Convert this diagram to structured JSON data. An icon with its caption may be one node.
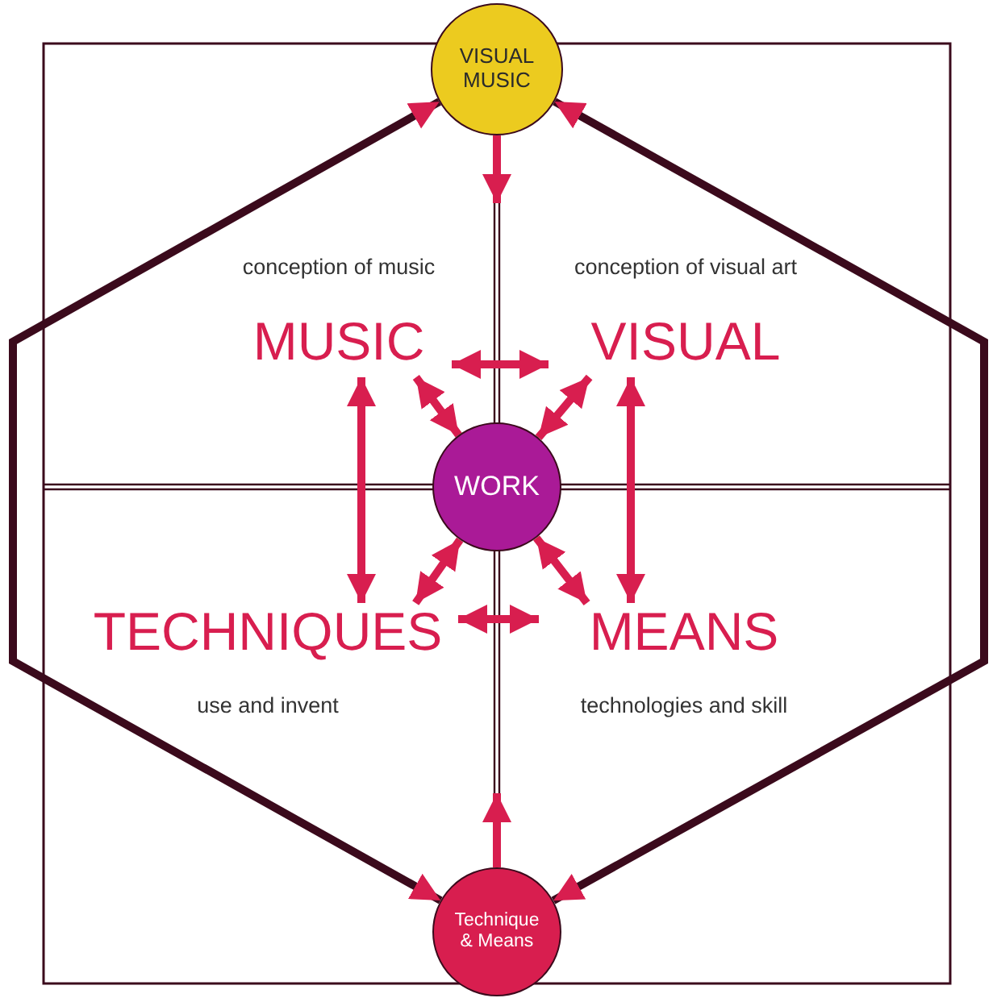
{
  "diagram": {
    "nodes": [
      {
        "text": [
          "VISUAL MUSIC"
        ]
      },
      {
        "text": [
          "conception of music",
          "MUSIC"
        ]
      },
      {
        "text": [
          "conception of visual art",
          "VISUAL"
        ]
      },
      {
        "text": [
          "WORK"
        ]
      },
      {
        "text": [
          "TECHNIQUES",
          "use and invent"
        ]
      },
      {
        "text": [
          "MEANS",
          "technologies and skill"
        ]
      },
      {
        "text": [
          "Technique & Means"
        ]
      }
    ],
    "edges": [
      {
        "from": 6,
        "to": 0,
        "arrow": "both",
        "color": "#3b0a1c"
      },
      {
        "from": 6,
        "to": 0,
        "arrow": "both",
        "color": "#3b0a1c"
      },
      {
        "from": 0,
        "to": null,
        "arrow": "to"
      },
      {
        "from": 6,
        "to": null,
        "arrow": "to"
      },
      {
        "from": 1,
        "to": 2,
        "arrow": "both"
      },
      {
        "from": 1,
        "to": 3,
        "arrow": "both"
      },
      {
        "from": 2,
        "to": 3,
        "arrow": "both"
      },
      {
        "from": 1,
        "to": 4,
        "arrow": "both"
      },
      {
        "from": 2,
        "to": 5,
        "arrow": "both"
      },
      {
        "from": 4,
        "to": 3,
        "arrow": "both"
      },
      {
        "from": 5,
        "to": 3,
        "arrow": "both"
      },
      {
        "from": 4,
        "to": 5,
        "arrow": "both"
      }
    ]
  }
}
